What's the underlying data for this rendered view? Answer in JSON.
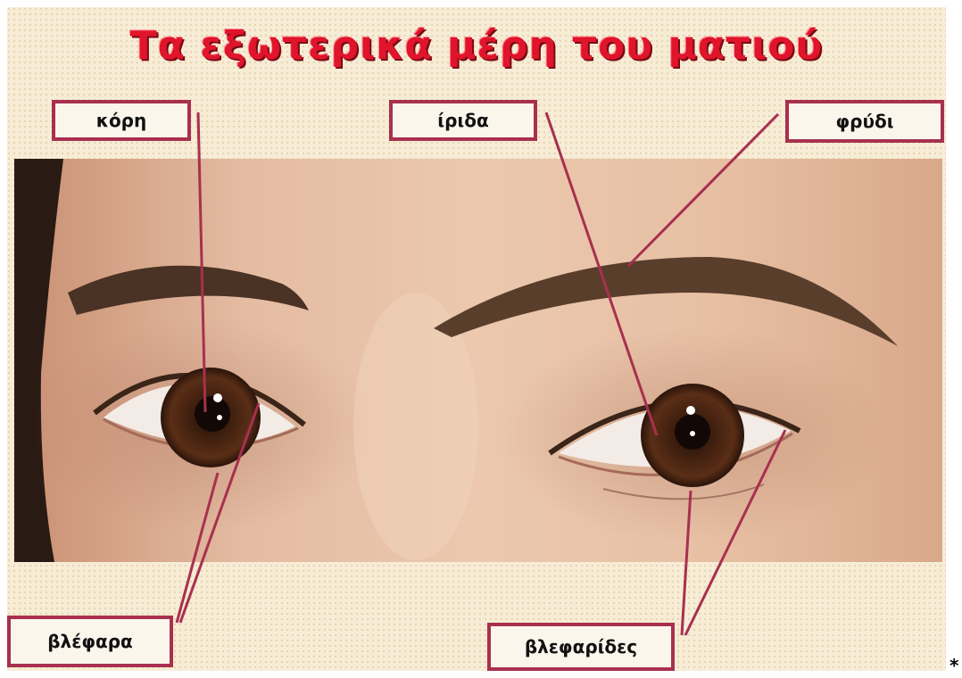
{
  "title": "Τα εξωτερικά μέρη του ματιού",
  "labels": {
    "pupil": "κόρη",
    "iris": "ίριδα",
    "eyebrow": "φρύδι",
    "eyelids": "βλέφαρα",
    "eyelashes": "βλεφαρίδες"
  },
  "footnote": "*",
  "colors": {
    "title": "#e0142b",
    "label_border": "#a8304f",
    "leader_line": "#a8304f",
    "background": "#f7ecd6"
  }
}
